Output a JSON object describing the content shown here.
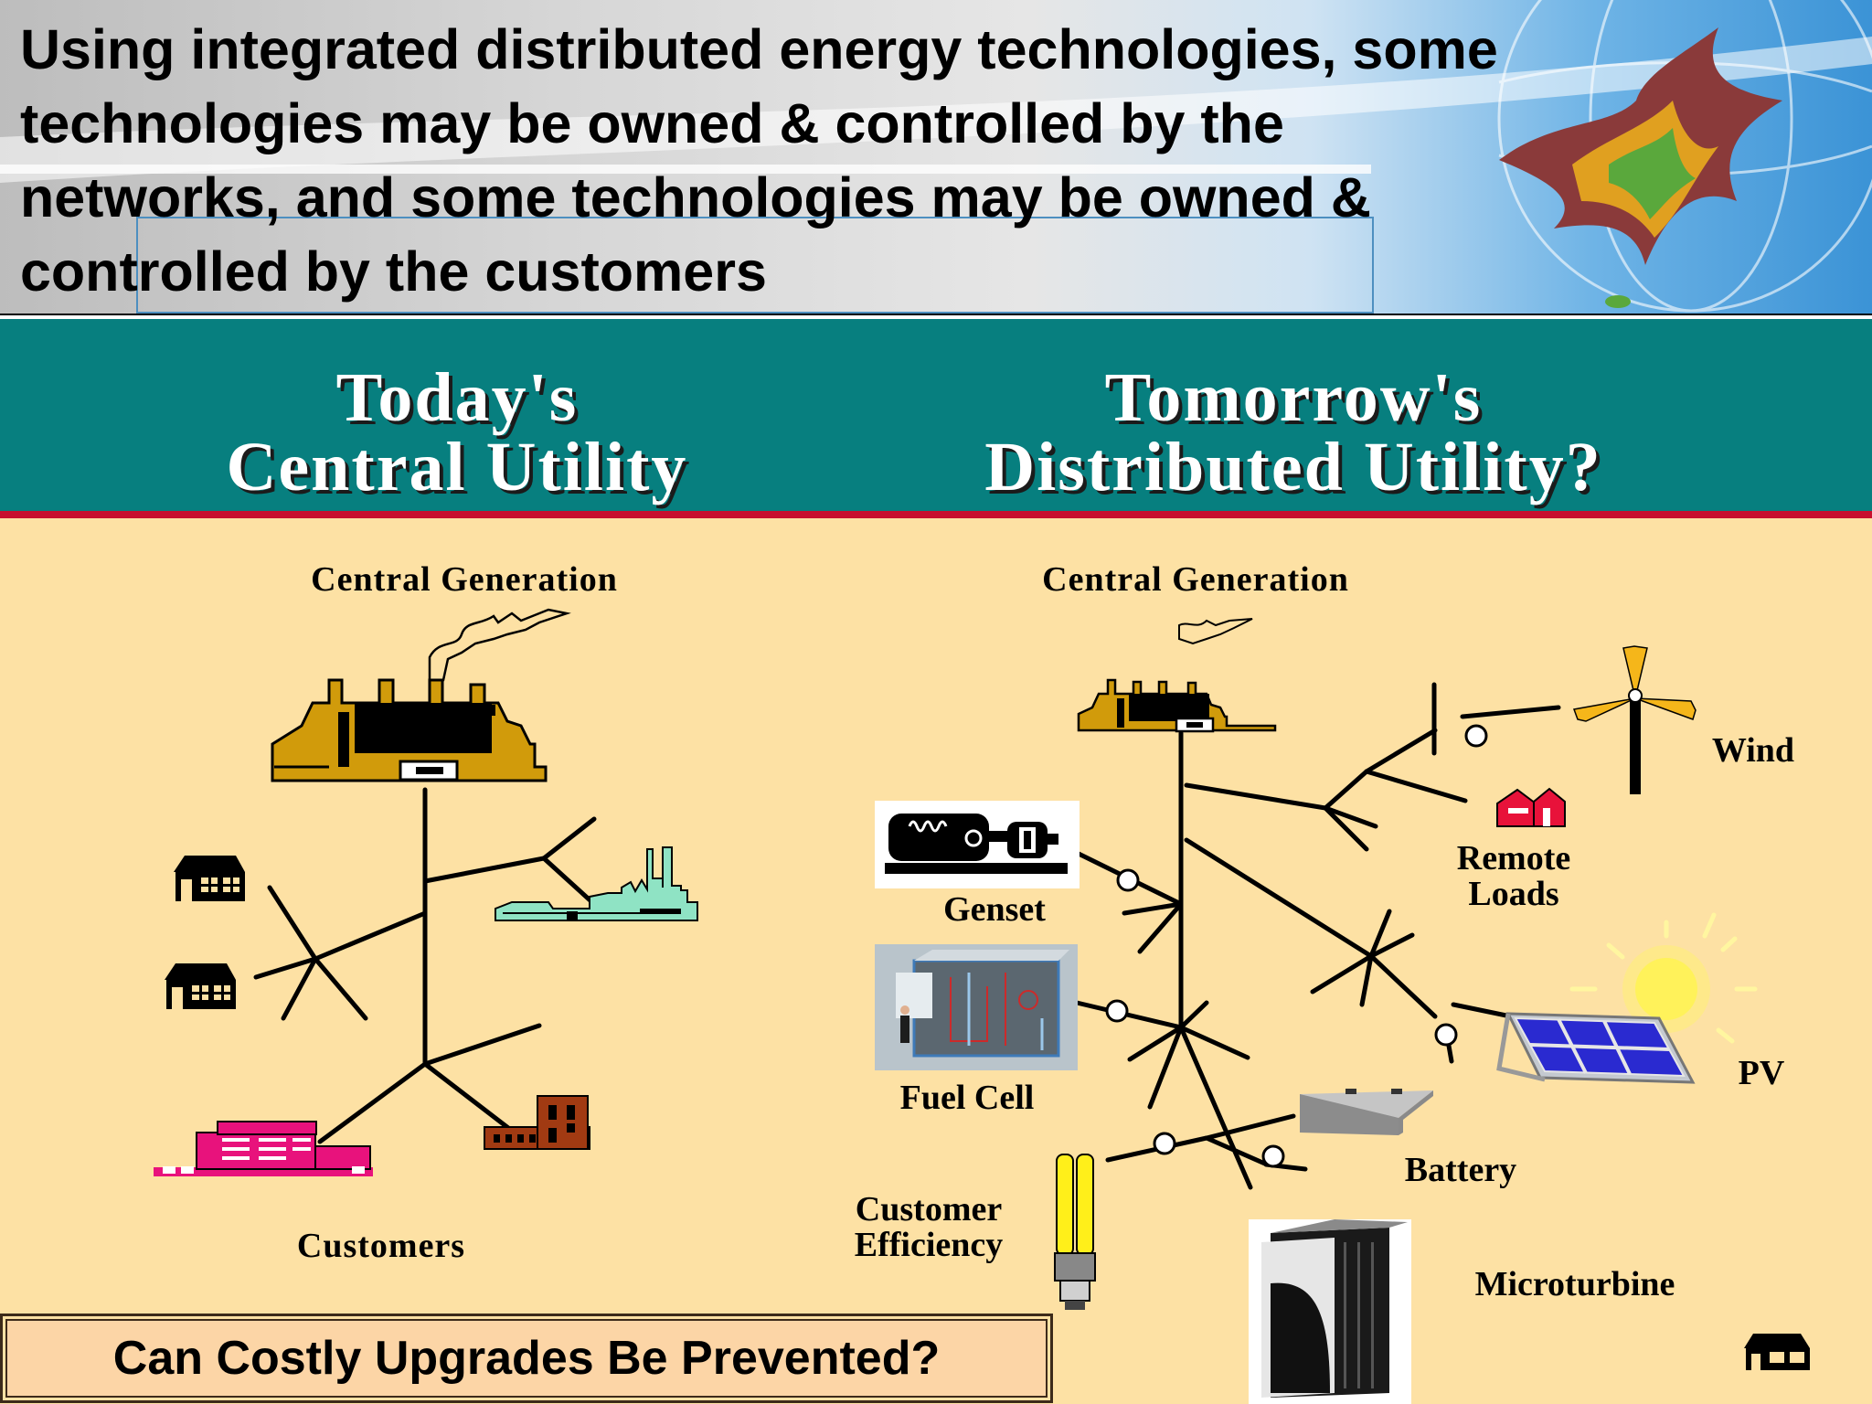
{
  "header": {
    "title": "Using integrated distributed energy technologies, some technologies may be owned & controlled by the networks, and some technologies may be owned & controlled by the customers"
  },
  "banner": {
    "left_title_line1": "Today's",
    "left_title_line2": "Central Utility",
    "right_title_line1": "Tomorrow's",
    "right_title_line2": "Distributed Utility?"
  },
  "today": {
    "central_generation": "Central Generation",
    "customers": "Customers"
  },
  "tomorrow": {
    "central_generation": "Central Generation",
    "wind": "Wind",
    "remote_loads_line1": "Remote",
    "remote_loads_line2": "Loads",
    "genset": "Genset",
    "fuel_cell": "Fuel Cell",
    "pv": "PV",
    "battery": "Battery",
    "customer_efficiency_line1": "Customer",
    "customer_efficiency_line2": "Efficiency",
    "microturbine": "Microturbine"
  },
  "footer": {
    "question": "Can Costly Upgrades Be Prevented?"
  },
  "colors": {
    "banner_teal": "#077f7f",
    "banner_underline": "#c8102e",
    "slide_background": "#fde1a4",
    "plant_gold": "#d19b0b",
    "factory_mint": "#8fe3c4",
    "commercial_magenta": "#e8127c",
    "industrial_brick": "#a13a12"
  }
}
